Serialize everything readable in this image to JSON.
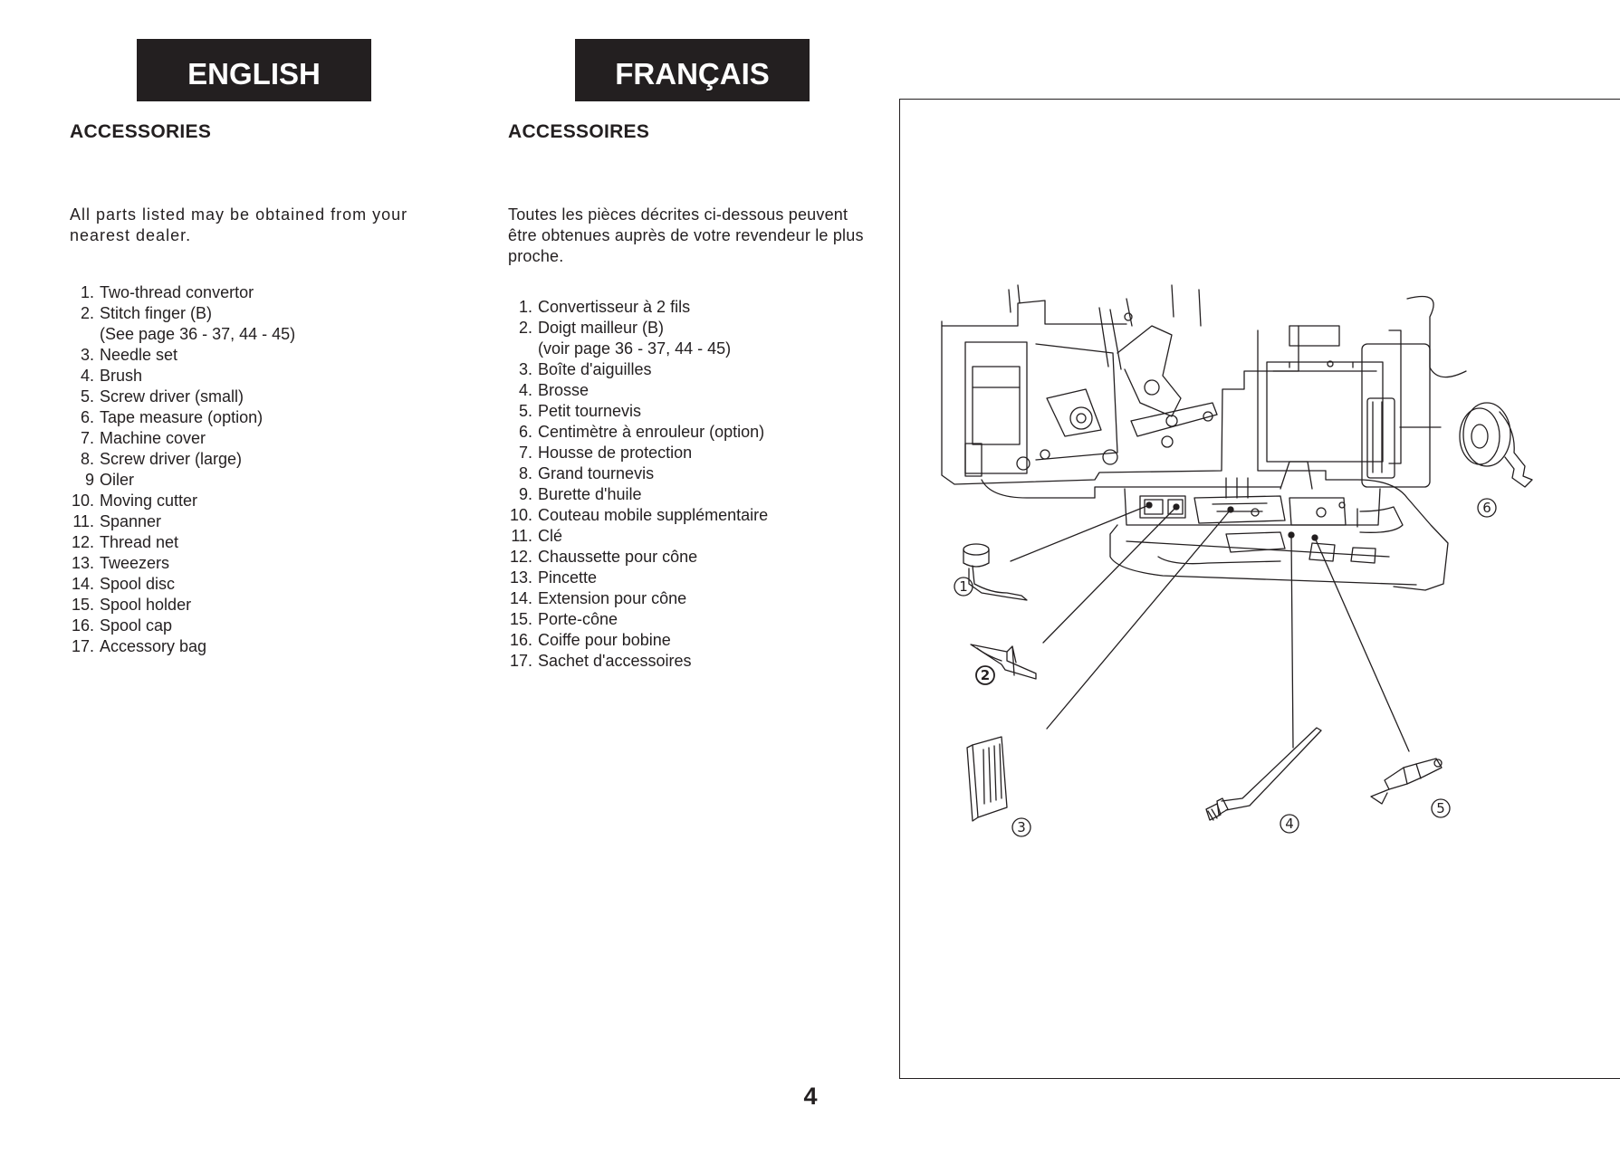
{
  "english": {
    "banner": "ENGLISH",
    "title": "ACCESSORIES",
    "intro": [
      "All parts listed may be obtained from your",
      "nearest dealer."
    ],
    "items": [
      {
        "num": "1.",
        "text": "Two-thread convertor"
      },
      {
        "num": "2.",
        "text": "Stitch finger (B)"
      },
      {
        "num": "",
        "text": "(See page 36 - 37, 44 - 45)"
      },
      {
        "num": "3.",
        "text": "Needle set"
      },
      {
        "num": "4.",
        "text": "Brush"
      },
      {
        "num": "5.",
        "text": "Screw driver (small)"
      },
      {
        "num": "6.",
        "text": "Tape measure (option)"
      },
      {
        "num": "7.",
        "text": "Machine cover"
      },
      {
        "num": "8.",
        "text": "Screw driver (large)"
      },
      {
        "num": "9",
        "text": "Oiler"
      },
      {
        "num": "10.",
        "text": "Moving cutter"
      },
      {
        "num": "11.",
        "text": "Spanner"
      },
      {
        "num": "12.",
        "text": "Thread net"
      },
      {
        "num": "13.",
        "text": "Tweezers"
      },
      {
        "num": "14.",
        "text": "Spool disc"
      },
      {
        "num": "15.",
        "text": "Spool holder"
      },
      {
        "num": "16.",
        "text": "Spool cap"
      },
      {
        "num": "17.",
        "text": "Accessory bag"
      }
    ]
  },
  "french": {
    "banner": "FRANÇAIS",
    "title": "ACCESSOIRES",
    "intro": [
      "Toutes les pièces décrites ci-dessous peuvent",
      "être obtenues auprès de votre revendeur le plus",
      "proche."
    ],
    "items": [
      {
        "num": "1.",
        "text": "Convertisseur à 2 fils"
      },
      {
        "num": "2.",
        "text": "Doigt mailleur (B)"
      },
      {
        "num": "",
        "text": "(voir page 36 - 37, 44 - 45)"
      },
      {
        "num": "3.",
        "text": "Boîte d'aiguilles"
      },
      {
        "num": "4.",
        "text": "Brosse"
      },
      {
        "num": "5.",
        "text": "Petit tournevis"
      },
      {
        "num": "6.",
        "text": "Centimètre à enrouleur (option)"
      },
      {
        "num": "7.",
        "text": "Housse de protection"
      },
      {
        "num": "8.",
        "text": "Grand tournevis"
      },
      {
        "num": "9.",
        "text": "Burette d'huile"
      },
      {
        "num": "10.",
        "text": "Couteau mobile supplémentaire"
      },
      {
        "num": "11.",
        "text": "Clé"
      },
      {
        "num": "12.",
        "text": "Chaussette pour cône"
      },
      {
        "num": "13.",
        "text": "Pincette"
      },
      {
        "num": "14.",
        "text": "Extension pour cône"
      },
      {
        "num": "15.",
        "text": "Porte-cône"
      },
      {
        "num": "16.",
        "text": "Coiffe pour bobine"
      },
      {
        "num": "17.",
        "text": "Sachet d'accessoires"
      }
    ]
  },
  "illustration": {
    "callouts": [
      "1",
      "2",
      "3",
      "4",
      "5",
      "6"
    ]
  },
  "page_number": "4"
}
